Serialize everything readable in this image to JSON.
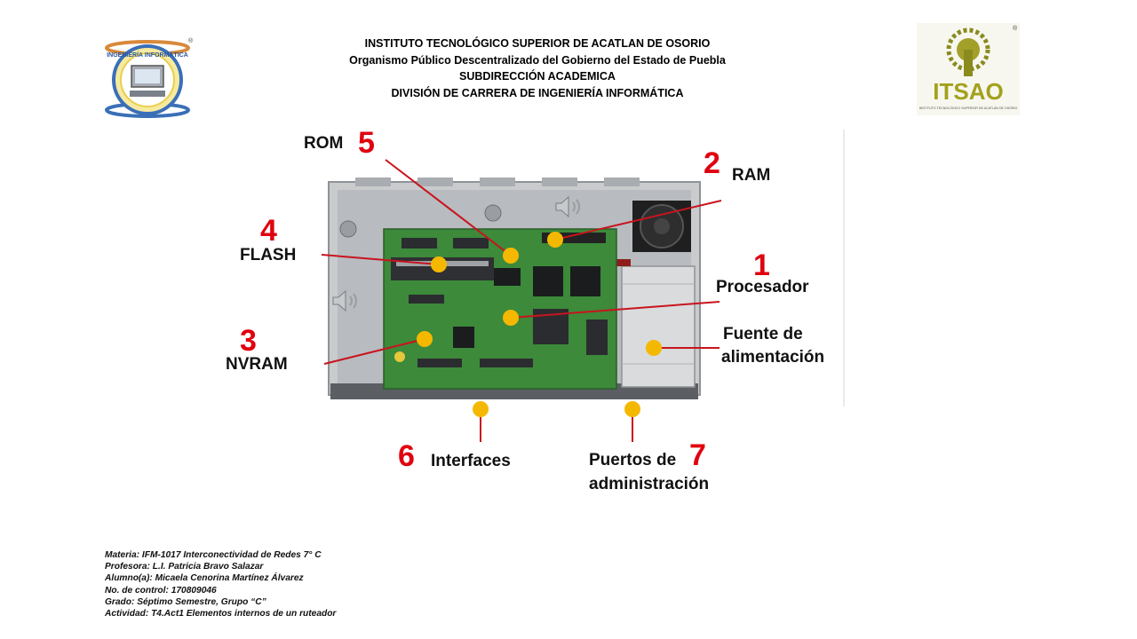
{
  "header": {
    "line1": "INSTITUTO TECNOLÓGICO SUPERIOR DE ACATLAN DE OSORIO",
    "line2": "Organismo Público Descentralizado del Gobierno del Estado de Puebla",
    "line3": "SUBDIRECCIÓN ACADEMICA",
    "line4": "DIVISIÓN DE CARRERA DE INGENIERÍA INFORMÁTICA"
  },
  "logos": {
    "left_text": "INGENIERÍA INFORMÁTICA",
    "left_mark": "®",
    "right_text": "ITSAO",
    "right_subtext": "INSTITUTO TECNOLÓGICO SUPERIOR DE ACATLÁN DE OSORIO",
    "right_mark": "®"
  },
  "components": [
    {
      "number": "1",
      "label": "Procesador"
    },
    {
      "number": "2",
      "label": "RAM"
    },
    {
      "number": "3",
      "label": "NVRAM"
    },
    {
      "number": "4",
      "label": "FLASH"
    },
    {
      "number": "5",
      "label": "ROM"
    },
    {
      "number": "6",
      "label": "Interfaces"
    },
    {
      "number": "7",
      "label_line1": "Puertos de",
      "label_line2": "administración"
    },
    {
      "label_line1": "Fuente de",
      "label_line2": "alimentación"
    }
  ],
  "footer": {
    "materia": "Materia: IFM-1017 Interconectividad de Redes 7° C",
    "profesora": "Profesora: L.I. Patricia Bravo Salazar",
    "alumno": "Alumno(a): Micaela Cenorina Martínez Álvarez",
    "control": "No. de control: 170809046",
    "grado": "Grado: Séptimo Semestre, Grupo “C”",
    "actividad": "Actividad: T4.Act1 Elementos internos de un ruteador"
  },
  "colors": {
    "marker": "#f5b800",
    "number": "#e0000f",
    "leader": "#c8141e",
    "board": "#3c8a3a",
    "chassis": "#c9cbcd"
  }
}
